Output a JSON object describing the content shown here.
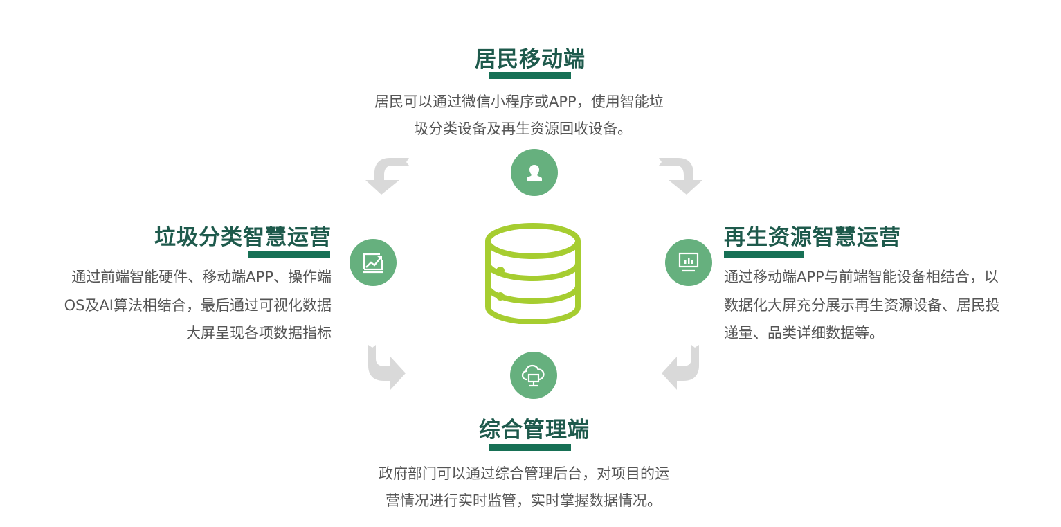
{
  "top": {
    "title": "居民移动端",
    "lines": [
      "居民可以通过微信小程序或APP，使用智能垃",
      "圾分类设备及再生资源回收设备。"
    ],
    "icon": "user-icon"
  },
  "left": {
    "title": "垃圾分类智慧运营",
    "lines": [
      "通过前端智能硬件、移动端APP、操作端",
      "OS及AI算法相结合，最后通过可视化数据",
      "大屏呈现各项数据指标"
    ],
    "icon": "trend-chart-icon"
  },
  "right": {
    "title": "再生资源智慧运营",
    "lines": [
      "通过移动端APP与前端智能设备相结合，以",
      "数据化大屏充分展示再生资源设备、居民投",
      "递量、品类详细数据等。"
    ],
    "icon": "monitor-bar-chart-icon"
  },
  "bottom": {
    "title": "综合管理端",
    "lines": [
      "政府部门可以通过综合管理后台，对项目的运",
      "营情况进行实时监管，实时掌握数据情况。"
    ],
    "icon": "cloud-computer-icon"
  },
  "center": {
    "icon": "database-icon"
  },
  "colors": {
    "title": "#1e5a4c",
    "bar": "#177055",
    "circle": "#66b07e",
    "database": "#a6cd30",
    "arrow": "#d9d9d9",
    "text": "#555555"
  }
}
